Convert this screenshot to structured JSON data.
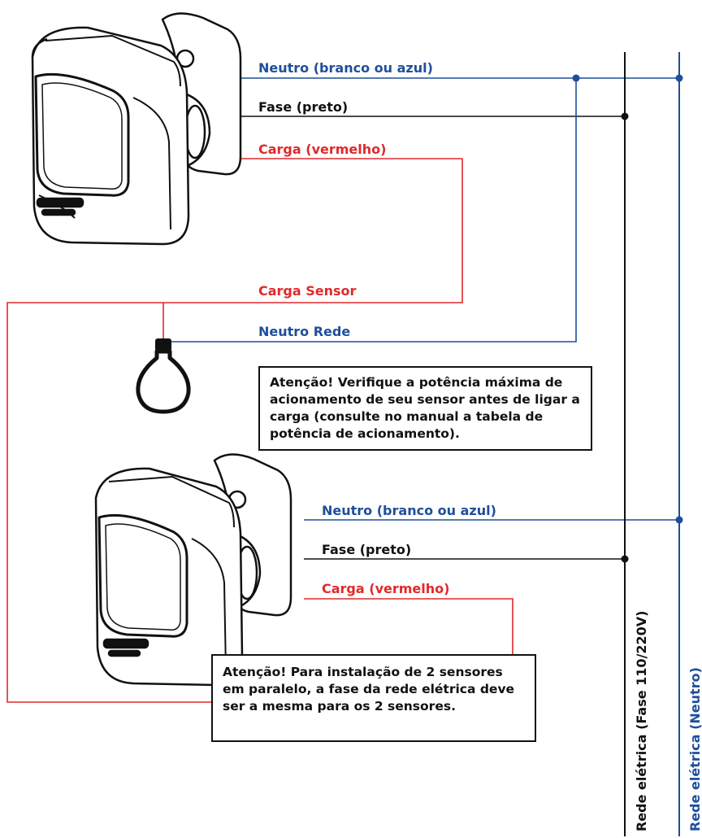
{
  "colors": {
    "neutral": "#1f4e9c",
    "load": "#e0292b",
    "phase": "#111111"
  },
  "sensor_top": {
    "neutral_label": "Neutro (branco ou azul)",
    "phase_label": "Fase (preto)",
    "load_label": "Carga (vermelho)"
  },
  "lamp": {
    "load_label": "Carga Sensor",
    "neutral_label": "Neutro Rede"
  },
  "sensor_bottom": {
    "neutral_label": "Neutro (branco ou azul)",
    "phase_label": "Fase (preto)",
    "load_label": "Carga (vermelho)"
  },
  "notes": {
    "power_warning": "Atenção! Verifique a potência máxima de acionamento de seu sensor antes de ligar a carga (consulte no manual a tabela de potência de acionamento).",
    "parallel_warning": "Atenção! Para instalação de 2 sensores em paralelo, a fase da rede elétrica deve ser a mesma para os 2 sensores."
  },
  "rails": {
    "phase_label": "Rede elétrica (Fase 110/220V)",
    "neutral_label": "Rede elétrica (Neutro)"
  },
  "icons": [
    "motion-sensor-icon",
    "light-bulb-icon"
  ]
}
